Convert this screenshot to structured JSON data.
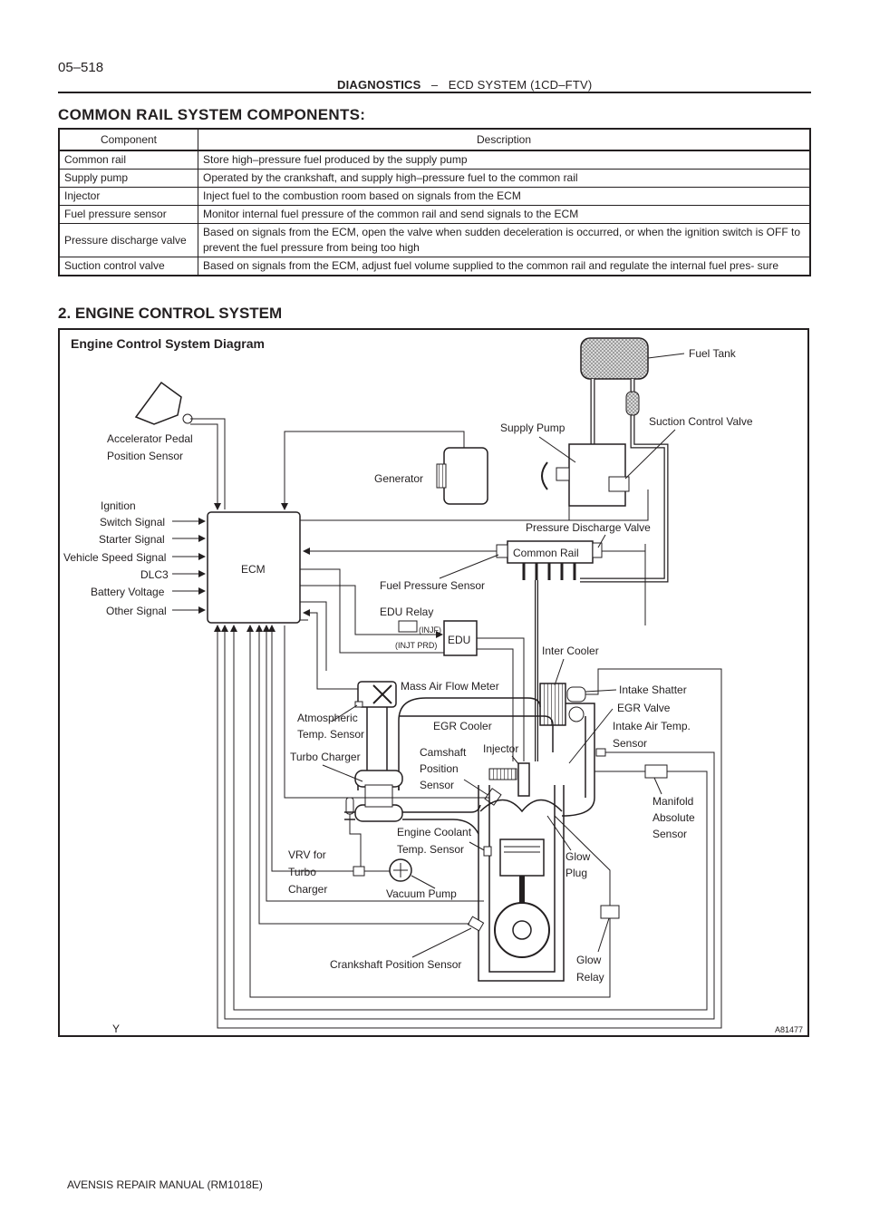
{
  "header": {
    "page_number": "05–518",
    "section": "DIAGNOSTICS",
    "dash": "–",
    "subsection": "ECD SYSTEM (1CD–FTV)"
  },
  "components_section": {
    "title": "COMMON RAIL SYSTEM COMPONENTS:",
    "columns": [
      "Component",
      "Description"
    ],
    "rows": [
      {
        "component": "Common rail",
        "description": "Store high–pressure fuel produced by the supply pump"
      },
      {
        "component": "Supply pump",
        "description": "Operated by the crankshaft, and supply high–pressure fuel to the common rail"
      },
      {
        "component": "Injector",
        "description": "Inject fuel to the combustion room based on signals from the ECM"
      },
      {
        "component": "Fuel pressure sensor",
        "description": "Monitor internal fuel pressure of the common rail and send signals to the ECM"
      },
      {
        "component": "Pressure discharge valve",
        "description": "Based on signals from the ECM, open the valve when sudden deceleration is occurred, or when the ignition switch is OFF to prevent the fuel pressure from being too high"
      },
      {
        "component": "Suction control valve",
        "description": "Based on signals from the ECM, adjust fuel volume supplied to the common rail and regulate the internal fuel pres- sure"
      }
    ]
  },
  "engine_section": {
    "title": "2.    ENGINE CONTROL SYSTEM"
  },
  "diagram": {
    "title": "Engine Control System Diagram",
    "figure_id": "A81477",
    "corner_mark": "Y",
    "labels": {
      "fuel_tank": "Fuel Tank",
      "suction_control_valve": "Suction Control Valve",
      "supply_pump": "Supply Pump",
      "accel_pedal_1": "Accelerator Pedal",
      "accel_pedal_2": "Position Sensor",
      "generator": "Generator",
      "ignition_1": "Ignition",
      "ignition_2": "Switch Signal",
      "starter_signal": "Starter Signal",
      "vehicle_speed": "Vehicle Speed Signal",
      "dlc3": "DLC3",
      "battery_voltage": "Battery Voltage",
      "other_signal": "Other Signal",
      "ecm": "ECM",
      "pressure_discharge_valve": "Pressure Discharge Valve",
      "common_rail": "Common Rail",
      "fuel_pressure_sensor": "Fuel Pressure Sensor",
      "edu_relay": "EDU Relay",
      "injf": "(INJF)",
      "injt_prd": "(INJT PRD)",
      "edu": "EDU",
      "inter_cooler": "Inter Cooler",
      "mass_air_flow": "Mass Air Flow Meter",
      "intake_shatter": "Intake Shatter",
      "egr_valve": "EGR Valve",
      "atmospheric_1": "Atmospheric",
      "atmospheric_2": "Temp. Sensor",
      "egr_cooler": "EGR Cooler",
      "intake_air_1": "Intake Air Temp.",
      "intake_air_2": "Sensor",
      "turbo_charger": "Turbo Charger",
      "camshaft_1": "Camshaft",
      "camshaft_2": "Position",
      "camshaft_3": "Sensor",
      "injector": "Injector",
      "manifold_1": "Manifold",
      "manifold_2": "Absolute",
      "manifold_3": "Sensor",
      "coolant_1": "Engine Coolant",
      "coolant_2": "Temp. Sensor",
      "vrv_1": "VRV for",
      "vrv_2": "Turbo",
      "vrv_3": "Charger",
      "glow_plug_1": "Glow",
      "glow_plug_2": "Plug",
      "vacuum_pump": "Vacuum Pump",
      "crankshaft": "Crankshaft Position Sensor",
      "glow_relay_1": "Glow",
      "glow_relay_2": "Relay"
    }
  },
  "footer": {
    "manual": "AVENSIS REPAIR MANUAL   (RM1018E)"
  }
}
